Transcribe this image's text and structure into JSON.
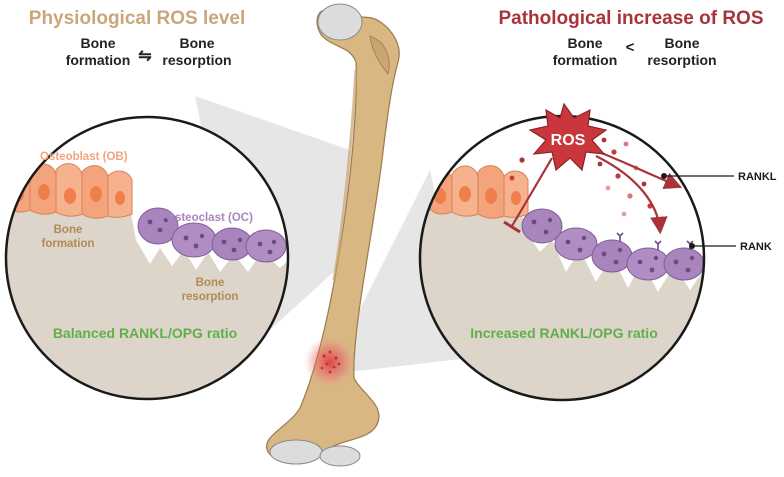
{
  "left_panel": {
    "title": "Physiological ROS level",
    "formation_line1": "Bone",
    "formation_line2": "formation",
    "relation_symbol": "⇋",
    "resorption_line1": "Bone",
    "resorption_line2": "resorption",
    "osteoblast_label": "Osteoblast (OB)",
    "osteoclast_label": "Osteoclast (OC)",
    "inner_formation_line1": "Bone",
    "inner_formation_line2": "formation",
    "inner_resorption_line1": "Bone",
    "inner_resorption_line2": "resorption",
    "ratio_label": "Balanced RANKL/OPG ratio"
  },
  "right_panel": {
    "title": "Pathological increase of ROS",
    "formation_line1": "Bone",
    "formation_line2": "formation",
    "relation_symbol": "<",
    "resorption_line1": "Bone",
    "resorption_line2": "resorption",
    "ros_label": "ROS",
    "rankl_label": "RANKL",
    "rank_label": "RANK",
    "ratio_label": "Increased RANKL/OPG ratio"
  },
  "colors": {
    "left_title": "#c8a77a",
    "right_title": "#a8343a",
    "ratio_text": "#5fb04a",
    "osteoblast": "#f3a47c",
    "osteoclast": "#a985bd",
    "bone_text": "#b08b56",
    "bone_matrix": "#ddd5c9",
    "femur": "#d9b783",
    "ros_star": "#c9373d"
  }
}
